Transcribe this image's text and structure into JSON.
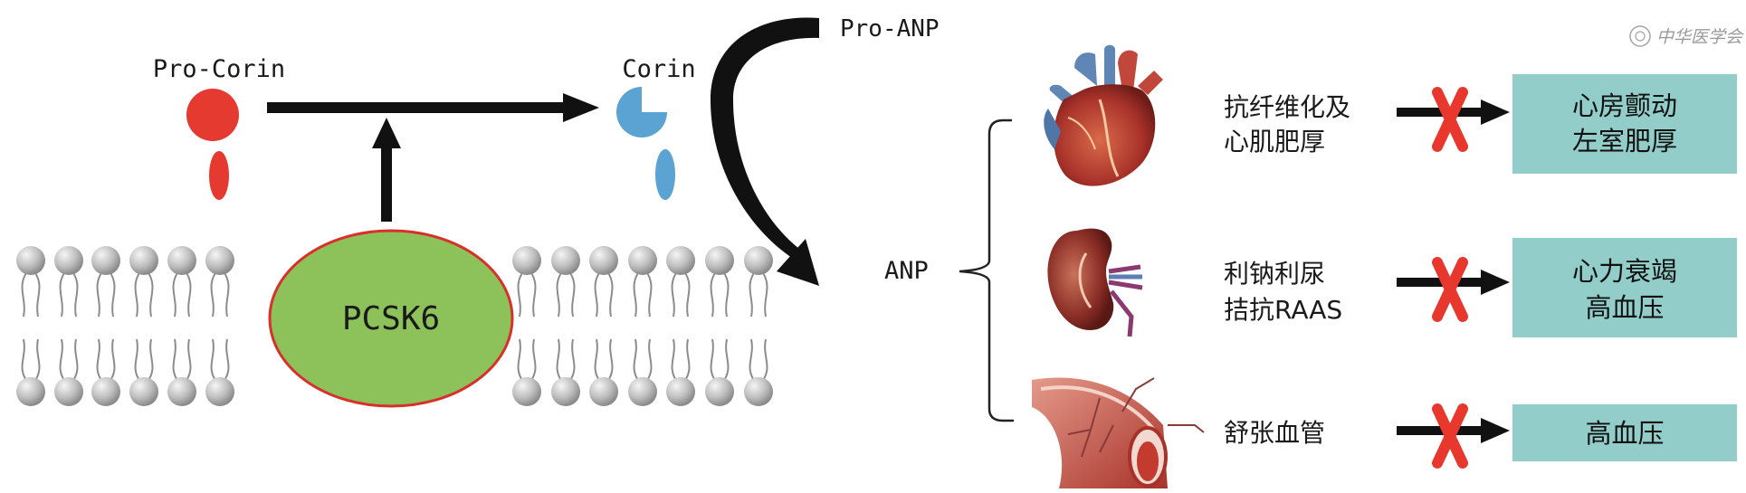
{
  "labels": {
    "pro_corin": "Pro-Corin",
    "corin": "Corin",
    "pro_anp": "Pro-ANP",
    "anp": "ANP",
    "pcsk6": "PCSK6"
  },
  "effects": [
    {
      "organ": "heart-illustration",
      "line1": "抗纤维化及",
      "line2": "心肌肥厚",
      "outcome1": "心房颤动",
      "outcome2": "左室肥厚"
    },
    {
      "organ": "kidney-illustration",
      "line1": "利钠利尿",
      "line2": "拮抗RAAS",
      "outcome1": "心力衰竭",
      "outcome2": "高血压"
    },
    {
      "organ": "blood-vessel-illustration",
      "line1": "舒张血管",
      "line2": "",
      "outcome1": "高血压",
      "outcome2": ""
    }
  ],
  "watermark": "中华医学会",
  "colors": {
    "pro_corin": "#e53a2f",
    "corin": "#5aa3d2",
    "pcsk6_fill": "#8dc25a",
    "pcsk6_stroke": "#d8302a",
    "outcome_box": "#92cdca",
    "block_cross": "#e8372c",
    "arrow": "#111111",
    "lipid_head": "#b9b9b9"
  }
}
